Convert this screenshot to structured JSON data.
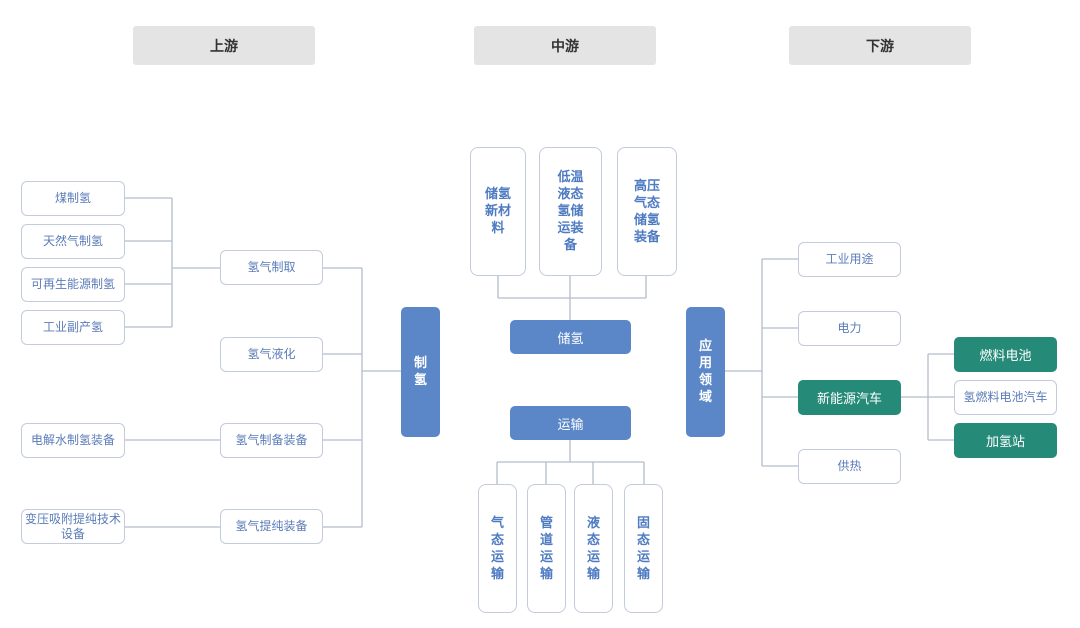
{
  "headers": {
    "upstream": "上游",
    "midstream": "中游",
    "downstream": "下游"
  },
  "upstream": {
    "production_methods": [
      "煤制氢",
      "天然气制氢",
      "可再生能源制氢",
      "工业副产氢"
    ],
    "equipment_sources": [
      "电解水制氢装备",
      "变压吸附提纯技术\n设备"
    ],
    "branches": [
      "氢气制取",
      "氢气液化",
      "氢气制备装备",
      "氢气提纯装备"
    ],
    "hub": "制\n氢"
  },
  "midstream": {
    "storage": {
      "hub": "储氢",
      "items": [
        "储氢\n新材\n料",
        "低温\n液态\n氢储\n运装\n备",
        "高压\n气态\n储氢\n装备"
      ]
    },
    "transport": {
      "hub": "运输",
      "items": [
        "气\n态\n运\n输",
        "管\n道\n运\n输",
        "液\n态\n运\n输",
        "固\n态\n运\n输"
      ]
    }
  },
  "downstream": {
    "hub": "应\n用\n领\n域",
    "applications": [
      "工业用途",
      "电力",
      "新能源汽车",
      "供热"
    ],
    "nev_children": [
      "燃料电池",
      "氢燃料电池汽车",
      "加氢站"
    ]
  },
  "colors": {
    "header_bg": "#e4e4e4",
    "hub_blue": "#5b87c8",
    "highlight_green": "#268a78",
    "node_border": "#c3cbdc",
    "node_text": "#5b7cb8",
    "connector": "#b3bccd"
  }
}
